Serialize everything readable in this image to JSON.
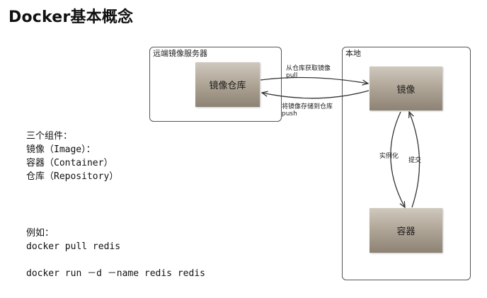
{
  "title": "Docker基本概念",
  "remote_server": {
    "label": "远端镜像服务器",
    "registry_box": "镜像仓库"
  },
  "local": {
    "label": "本地",
    "image_box": "镜像",
    "container_box": "容器"
  },
  "edges": {
    "pull_text": "从仓库获取镜像",
    "pull_cmd": "pull",
    "push_text": "将镜像存储到仓库",
    "push_cmd": "push",
    "instantiate": "实例化",
    "commit": "提交"
  },
  "notes": {
    "components_heading": "三个组件：",
    "component_image": "镜像（Image）：",
    "component_container": "容器（Container）",
    "component_repository": "仓库（Repository）",
    "example_heading": "例如：",
    "cmd_pull": "docker pull redis",
    "cmd_run": "docker run －d －name redis redis"
  }
}
